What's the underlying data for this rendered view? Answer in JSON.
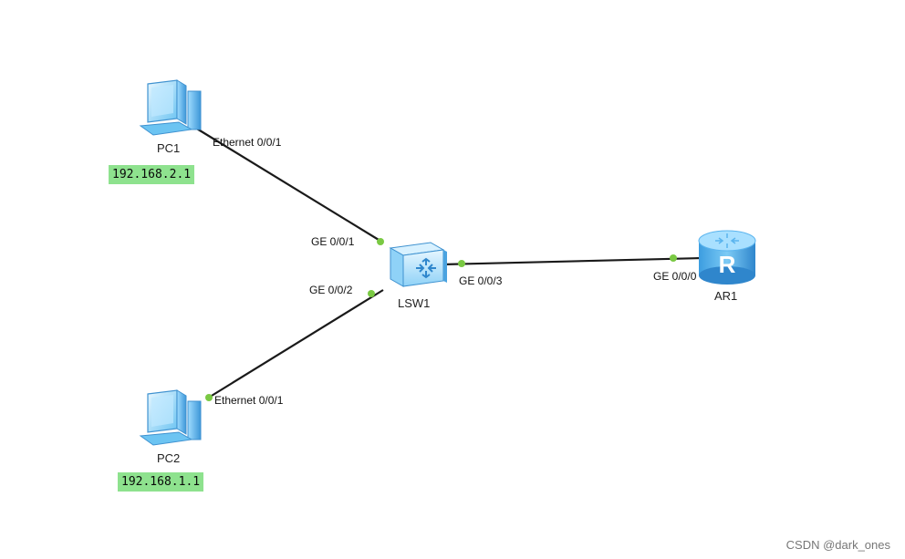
{
  "devices": {
    "pc1": {
      "name": "PC1",
      "ip": "192.168.2.1",
      "icon": "pc-icon"
    },
    "pc2": {
      "name": "PC2",
      "ip": "192.168.1.1",
      "icon": "pc-icon"
    },
    "lsw1": {
      "name": "LSW1",
      "icon": "switch-icon"
    },
    "ar1": {
      "name": "AR1",
      "icon": "router-icon"
    }
  },
  "ports": {
    "pc1_eth": "Ethernet 0/0/1",
    "pc2_eth": "Ethernet 0/0/1",
    "lsw1_ge1": "GE 0/0/1",
    "lsw1_ge2": "GE 0/0/2",
    "lsw1_ge3": "GE 0/0/3",
    "ar1_ge0": "GE 0/0/0"
  },
  "colors": {
    "link": "#1a1a1a",
    "port_dot": "#7ac943",
    "ip_highlight": "#8ee28e",
    "device_blue": "#5ab4ee"
  },
  "watermark": "CSDN @dark_ones"
}
